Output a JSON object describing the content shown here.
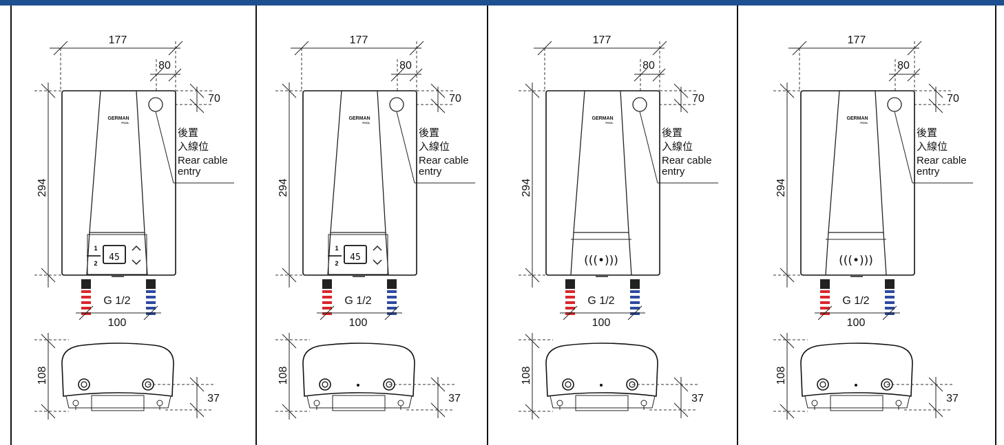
{
  "colors": {
    "header": "#1d4f91",
    "hot": "#d9262b",
    "cold": "#2b4aa0",
    "line": "#111111"
  },
  "dimensions": {
    "width": "177",
    "offset_x": "80",
    "offset_y": "70",
    "height": "294",
    "pipe_spacing": "100",
    "thread": "G 1/2",
    "depth": "108",
    "depth_pipe": "37"
  },
  "labels": {
    "rear_entry_cn_1": "後置",
    "rear_entry_cn_2": "入線位",
    "rear_entry_en_1": "Rear cable",
    "rear_entry_en_2": "entry",
    "brand_1": "GERMAN",
    "brand_2": "POOL"
  },
  "panels": [
    {
      "variant": "display",
      "display_value": "45",
      "btn_1": "1",
      "btn_2": "2"
    },
    {
      "variant": "display",
      "display_value": "45",
      "btn_1": "1",
      "btn_2": "2"
    },
    {
      "variant": "wireless",
      "wireless_symbol": "(((•)))"
    },
    {
      "variant": "wireless",
      "wireless_symbol": "(((•)))"
    }
  ],
  "icons": [
    "rear-cable-entry-icon",
    "wireless-icon",
    "up-arrow-icon",
    "down-arrow-icon"
  ]
}
